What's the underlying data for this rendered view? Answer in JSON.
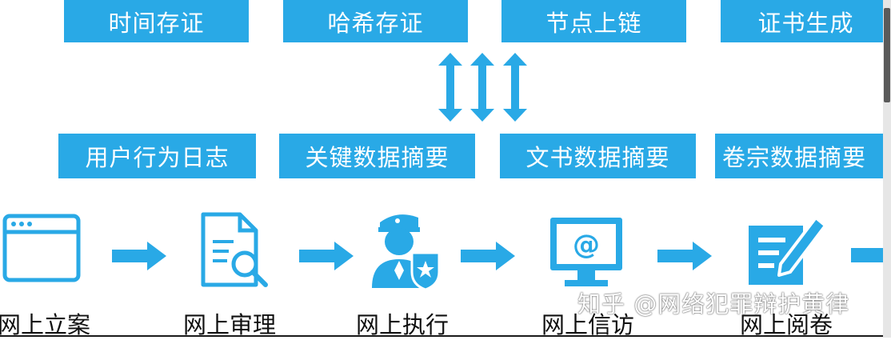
{
  "colors": {
    "accent": "#29a9e6",
    "text_on_accent": "#ffffff",
    "label_text": "#111111"
  },
  "top_row": [
    "时间存证",
    "哈希存证",
    "节点上链",
    "证书生成"
  ],
  "middle_row": [
    "用户行为日志",
    "关键数据摘要",
    "文书数据摘要",
    "卷宗数据摘要"
  ],
  "steps": [
    {
      "label": "网上立案",
      "icon": "browser-window-icon"
    },
    {
      "label": "网上审理",
      "icon": "document-search-icon"
    },
    {
      "label": "网上执行",
      "icon": "police-officer-icon"
    },
    {
      "label": "网上信访",
      "icon": "computer-email-icon"
    },
    {
      "label": "网上阅卷",
      "icon": "document-edit-icon"
    }
  ],
  "connector": "bidirectional-arrows-icon",
  "watermark": "知乎 @网络犯罪辩护黄律"
}
